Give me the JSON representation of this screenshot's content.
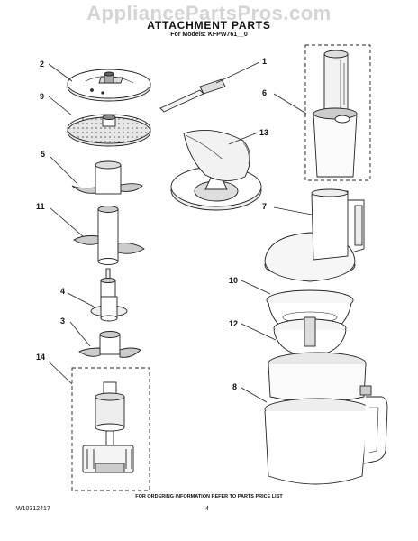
{
  "watermark": "AppliancePartsPros.com",
  "title": "ATTACHMENT PARTS",
  "subtitle": "For Models: KFPW761__0",
  "callouts": {
    "c1": "1",
    "c2": "2",
    "c3": "3",
    "c4": "4",
    "c5": "5",
    "c6": "6",
    "c7": "7",
    "c8": "8",
    "c9": "9",
    "c10": "10",
    "c11": "11",
    "c12": "12",
    "c13": "13",
    "c14": "14"
  },
  "footer_note": "FOR ORDERING INFORMATION REFER TO PARTS PRICE LIST",
  "doc_number": "W10312417",
  "page_number": "4"
}
